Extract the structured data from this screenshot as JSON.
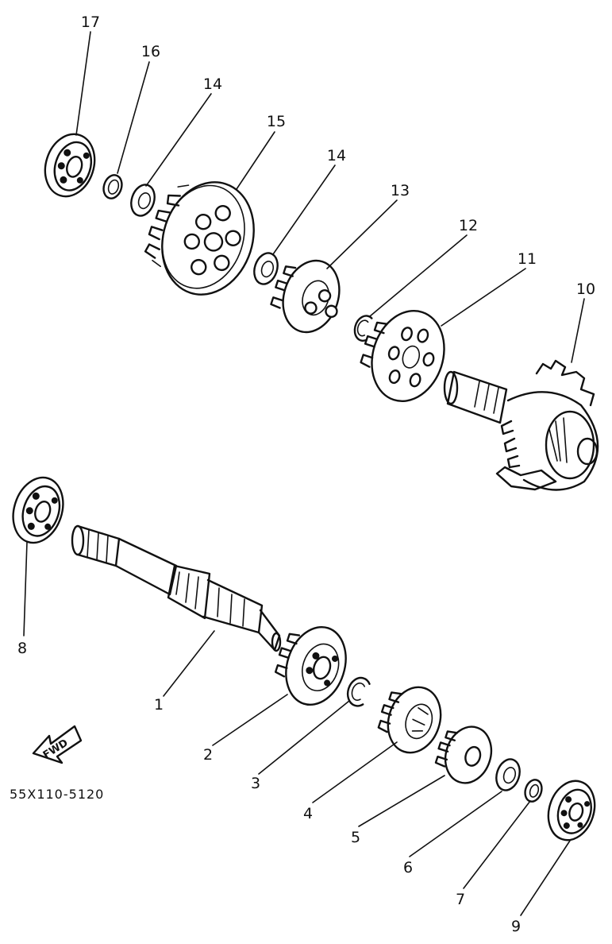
{
  "callouts": [
    {
      "id": "17",
      "label": "17"
    },
    {
      "id": "16",
      "label": "16"
    },
    {
      "id": "14a",
      "label": "14"
    },
    {
      "id": "15",
      "label": "15"
    },
    {
      "id": "14b",
      "label": "14"
    },
    {
      "id": "13",
      "label": "13"
    },
    {
      "id": "12",
      "label": "12"
    },
    {
      "id": "11",
      "label": "11"
    },
    {
      "id": "10",
      "label": "10"
    },
    {
      "id": "8",
      "label": "8"
    },
    {
      "id": "1",
      "label": "1"
    },
    {
      "id": "2",
      "label": "2"
    },
    {
      "id": "3",
      "label": "3"
    },
    {
      "id": "4",
      "label": "4"
    },
    {
      "id": "5",
      "label": "5"
    },
    {
      "id": "6",
      "label": "6"
    },
    {
      "id": "7",
      "label": "7"
    },
    {
      "id": "9",
      "label": "9"
    }
  ],
  "fwd_label": "FWD",
  "diagram_code": "55X110-5120",
  "colors": {
    "ink": "#111111",
    "paper": "#ffffff"
  }
}
